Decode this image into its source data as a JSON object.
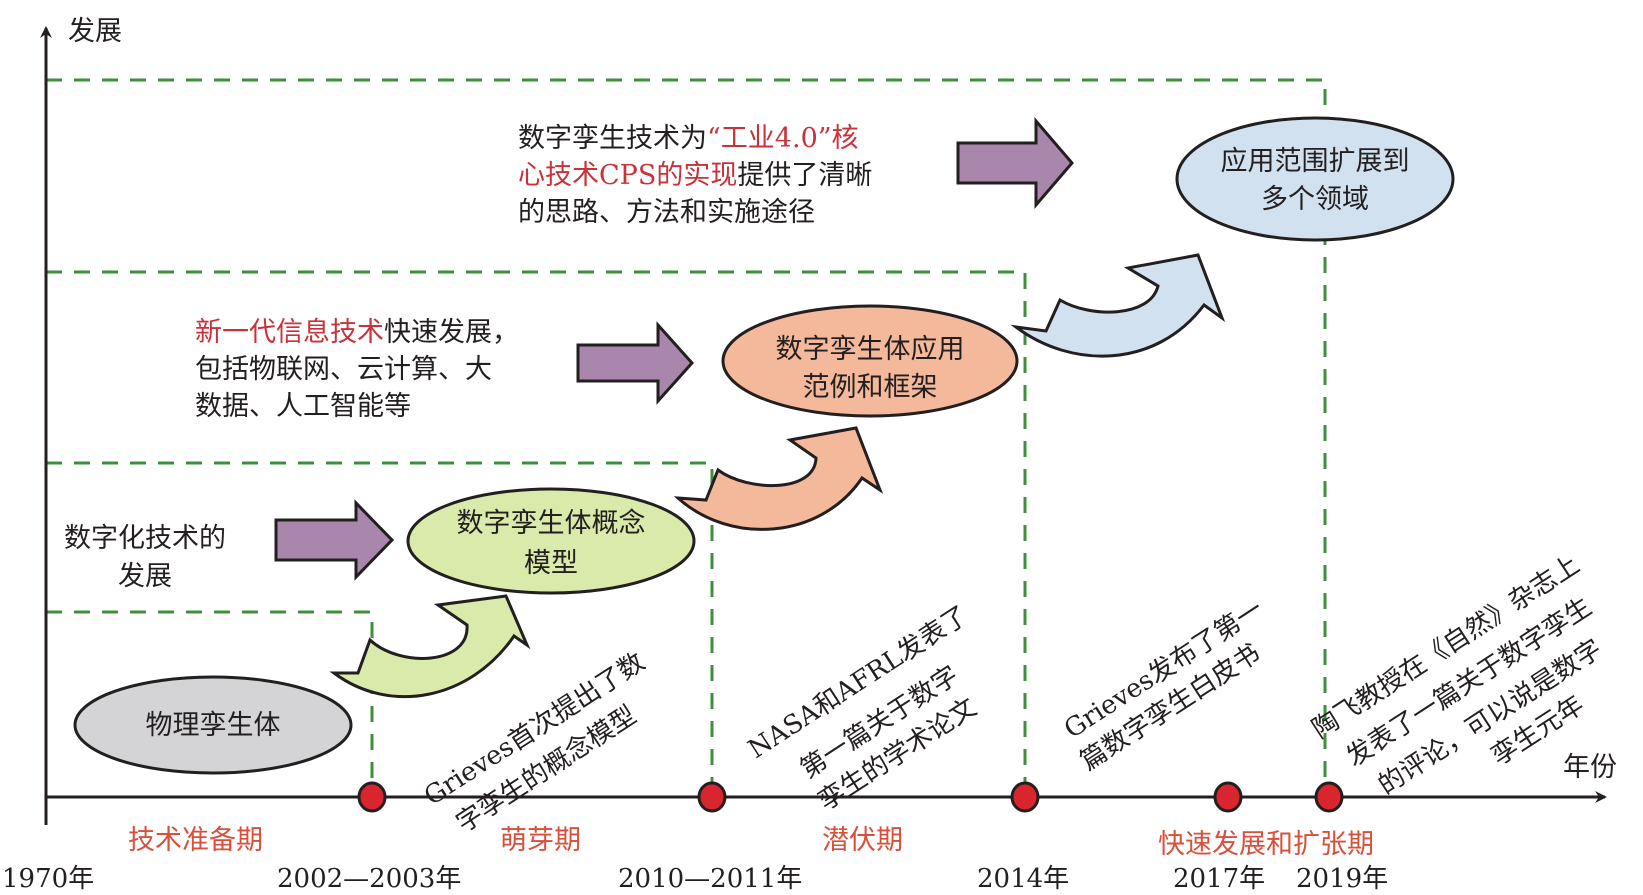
{
  "axes": {
    "y_label": "发展",
    "x_label": "年份"
  },
  "colors": {
    "dashed_green": "#3f8f3f",
    "arrow_purple": "#a987ad",
    "node_gray": "#d4d4d6",
    "node_green": "#d9eaaa",
    "node_orange": "#f4b99a",
    "node_blue": "#d2e1f0",
    "milestone_red": "#d9262e",
    "phase_text": "#d9503a",
    "highlight_red": "#c8323a"
  },
  "nodes": {
    "physical_twin": "物理孪生体",
    "concept_model": [
      "数字孪生体概念",
      "模型"
    ],
    "app_framework": [
      "数字孪生体应用",
      "范例和框架"
    ],
    "expansion": [
      "应用范围扩展到",
      "多个领域"
    ]
  },
  "drivers": {
    "digitalization": [
      "数字化技术的",
      "发展"
    ],
    "new_it": {
      "line1_red": "新一代信息技术",
      "line1_black": "快速发展，",
      "line2": "包括物联网、云计算、大",
      "line3": "数据、人工智能等"
    },
    "industry40": {
      "line1_black": "数字孪生技术为",
      "line1_red": "“工业4.0”核",
      "line2_red": "心技术CPS的实现",
      "line2_black": "提供了清晰",
      "line3": "的思路、方法和实施途径"
    }
  },
  "events": [
    {
      "lines": [
        "Grieves首次提出了数",
        "字孪生的概念模型"
      ]
    },
    {
      "lines": [
        "NASA和AFRL发表了",
        "第一篇关于数字",
        "孪生的学术论文"
      ]
    },
    {
      "lines": [
        "Grieves发布了第一",
        "篇数字孪生白皮书"
      ]
    },
    {
      "lines": [
        "陶飞教授在《自然》杂志上",
        "发表了一篇关于数字孪生",
        "的评论，可以说是数字",
        "孪生元年"
      ]
    }
  ],
  "phases": [
    "技术准备期",
    "萌芽期",
    "潜伏期",
    "快速发展和扩张期"
  ],
  "years": [
    "1970年",
    "2002—2003年",
    "2010—2011年",
    "2014年",
    "2017年",
    "2019年"
  ],
  "milestones": [
    "2002—2003年",
    "2010—2011年",
    "2014年",
    "2017年",
    "2019年"
  ]
}
